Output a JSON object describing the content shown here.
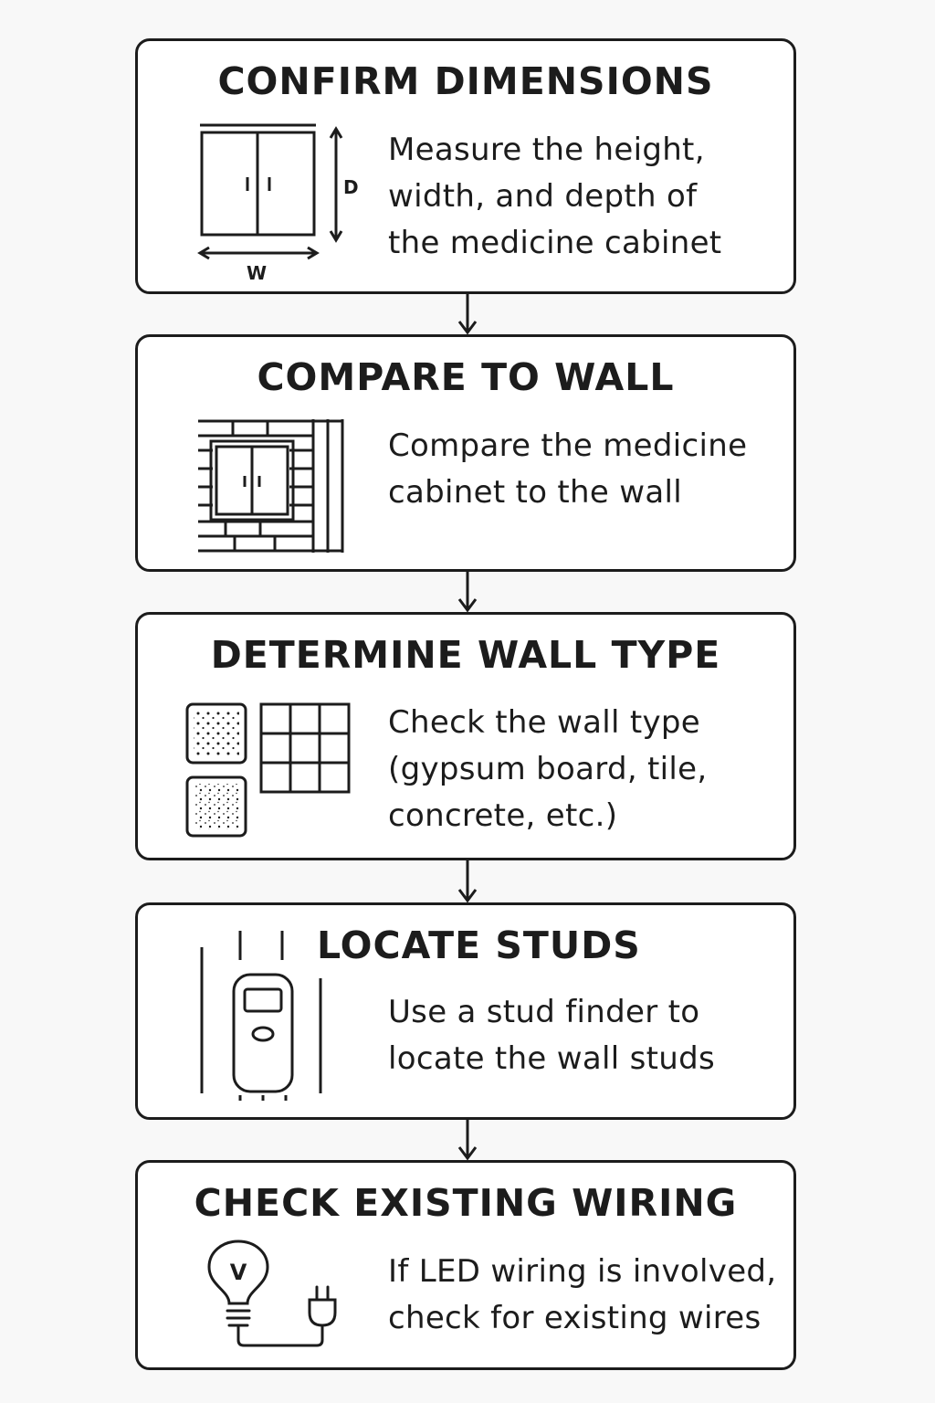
{
  "steps": [
    {
      "title": "CONFIRM DIMENSIONS",
      "description_lines": [
        "Measure the height,",
        "width, and depth of",
        "the medicine cabinet"
      ],
      "icon": "cabinet-dimensions-icon",
      "depth_label": "D",
      "width_label": "W"
    },
    {
      "title": "COMPARE TO WALL",
      "description_lines": [
        "Compare the medicine",
        "cabinet to the wall"
      ],
      "icon": "cabinet-in-wall-icon"
    },
    {
      "title": "DETERMINE WALL TYPE",
      "description_lines": [
        "Check the wall type",
        "(gypsum board, tile,",
        "concrete, etc.)"
      ],
      "icon": "wall-materials-icon"
    },
    {
      "title": "LOCATE STUDS",
      "description_lines": [
        "Use a stud finder to",
        "locate the wall studs"
      ],
      "icon": "stud-finder-icon"
    },
    {
      "title": "CHECK EXISTING WIRING",
      "description_lines": [
        "If LED wiring is involved,",
        "check for existing wires"
      ],
      "icon": "bulb-plug-icon",
      "bulb_label": "V"
    }
  ],
  "colors": {
    "stroke": "#1c1c1c",
    "box_fill": "#ffffff",
    "background": "#f8f8f8"
  }
}
